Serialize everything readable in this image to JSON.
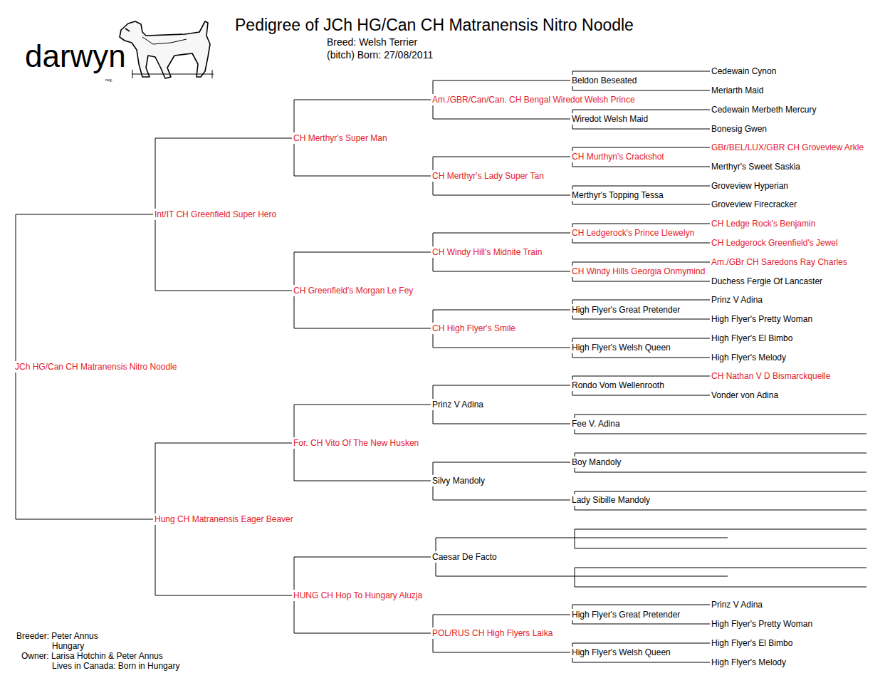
{
  "diagram": {
    "title": "Pedigree of JCh HG/Can CH Matranensis Nitro Noodle",
    "nodes": [
      {
        "text": [
          "JCh HG/Can CH Matranensis Nitro Noodle"
        ]
      },
      {
        "text": [
          "Int/IT CH Greenfield Super Hero"
        ]
      },
      {
        "text": [
          "Hung CH Matranensis Eager Beaver"
        ]
      },
      {
        "text": [
          "CH Merthyr's Super Man"
        ]
      },
      {
        "text": [
          "CH Greenfield's Morgan Le Fey"
        ]
      },
      {
        "text": [
          "For. CH Vito Of The New Husken"
        ]
      },
      {
        "text": [
          "HUNG CH Hop To Hungary Aluzja"
        ]
      },
      {
        "text": [
          "Am./GBR/Can/Can. CH Bengal Wiredot Welsh Prince"
        ]
      },
      {
        "text": [
          "CH Merthyr's Lady Super Tan"
        ]
      },
      {
        "text": [
          "CH Windy Hill's Midnite Train"
        ]
      },
      {
        "text": [
          "CH High Flyer's Smile"
        ]
      },
      {
        "text": [
          "Prinz V Adina"
        ]
      },
      {
        "text": [
          "Silvy Mandoly"
        ]
      },
      {
        "text": [
          "Caesar De Facto"
        ]
      },
      {
        "text": [
          "POL/RUS CH High Flyers Laika"
        ]
      },
      {
        "text": [
          "Beldon Beseated"
        ]
      },
      {
        "text": [
          "Wiredot Welsh Maid"
        ]
      },
      {
        "text": [
          "CH Murthyn's Crackshot"
        ]
      },
      {
        "text": [
          "Merthyr's Topping Tessa"
        ]
      },
      {
        "text": [
          "CH Ledgerock's Prince Llewelyn"
        ]
      },
      {
        "text": [
          "CH Windy Hills Georgia Onmymind"
        ]
      },
      {
        "text": [
          "High Flyer's Great Pretender"
        ]
      },
      {
        "text": [
          "High Flyer's Welsh Queen"
        ]
      },
      {
        "text": [
          "Rondo Vom Wellenrooth"
        ]
      },
      {
        "text": [
          "Fee V. Adina"
        ]
      },
      {
        "text": [
          "Boy Mandoly"
        ]
      },
      {
        "text": [
          "Lady Sibille Mandoly"
        ]
      },
      {
        "text": [
          "High Flyer's Great Pretender"
        ]
      },
      {
        "text": [
          "High Flyer's Welsh Queen"
        ]
      },
      {
        "text": [
          "Cedewain Cynon"
        ]
      },
      {
        "text": [
          "Meriarth Maid"
        ]
      },
      {
        "text": [
          "Cedewain Merbeth Mercury"
        ]
      },
      {
        "text": [
          "Bonesig Gwen"
        ]
      },
      {
        "text": [
          "GBr/BEL/LUX/GBR CH Groveview Arkle"
        ]
      },
      {
        "text": [
          "Merthyr's Sweet Saskia"
        ]
      },
      {
        "text": [
          "Groveview Hyperian"
        ]
      },
      {
        "text": [
          "Groveview Firecracker"
        ]
      },
      {
        "text": [
          "CH Ledge Rock's Benjamin"
        ]
      },
      {
        "text": [
          "CH Ledgerock Greenfield's Jewel"
        ]
      },
      {
        "text": [
          "Am./GBr CH Saredons Ray Charles"
        ]
      },
      {
        "text": [
          "Duchess Fergie Of Lancaster"
        ]
      },
      {
        "text": [
          "Prinz V Adina"
        ]
      },
      {
        "text": [
          "High Flyer's Pretty Woman"
        ]
      },
      {
        "text": [
          "High Flyer's El Bimbo"
        ]
      },
      {
        "text": [
          "High Flyer's Melody"
        ]
      },
      {
        "text": [
          "CH Nathan V D Bismarckquelle"
        ]
      },
      {
        "text": [
          "Vonder von Adina"
        ]
      },
      {
        "text": [
          "Prinz V Adina"
        ]
      },
      {
        "text": [
          "High Flyer's Pretty Woman"
        ]
      },
      {
        "text": [
          "High Flyer's El Bimbo"
        ]
      },
      {
        "text": [
          "High Flyer's Melody"
        ]
      }
    ],
    "edges": [
      {
        "from": 0,
        "to": 1,
        "arrow": "none"
      },
      {
        "from": 0,
        "to": 2,
        "arrow": "none"
      },
      {
        "from": 1,
        "to": 3,
        "arrow": "none"
      },
      {
        "from": 1,
        "to": 4,
        "arrow": "none"
      },
      {
        "from": 2,
        "to": 5,
        "arrow": "none"
      },
      {
        "from": 2,
        "to": 6,
        "arrow": "none"
      },
      {
        "from": 3,
        "to": 7,
        "arrow": "none"
      },
      {
        "from": 3,
        "to": 8,
        "arrow": "none"
      },
      {
        "from": 4,
        "to": 9,
        "arrow": "none"
      },
      {
        "from": 4,
        "to": 10,
        "arrow": "none"
      },
      {
        "from": 5,
        "to": 11,
        "arrow": "none"
      },
      {
        "from": 5,
        "to": 12,
        "arrow": "none"
      },
      {
        "from": 6,
        "to": 13,
        "arrow": "none"
      },
      {
        "from": 6,
        "to": 14,
        "arrow": "none"
      },
      {
        "from": 7,
        "to": 15,
        "arrow": "none"
      },
      {
        "from": 7,
        "to": 16,
        "arrow": "none"
      },
      {
        "from": 8,
        "to": 17,
        "arrow": "none"
      },
      {
        "from": 8,
        "to": 18,
        "arrow": "none"
      },
      {
        "from": 9,
        "to": 19,
        "arrow": "none"
      },
      {
        "from": 9,
        "to": 20,
        "arrow": "none"
      },
      {
        "from": 10,
        "to": 21,
        "arrow": "none"
      },
      {
        "from": 10,
        "to": 22,
        "arrow": "none"
      },
      {
        "from": 11,
        "to": 23,
        "arrow": "none"
      },
      {
        "from": 11,
        "to": 24,
        "arrow": "none"
      },
      {
        "from": 12,
        "to": 25,
        "arrow": "none"
      },
      {
        "from": 12,
        "to": 26,
        "arrow": "none"
      },
      {
        "from": 14,
        "to": 27,
        "arrow": "none"
      },
      {
        "from": 14,
        "to": 28,
        "arrow": "none"
      },
      {
        "from": 15,
        "to": 29,
        "arrow": "none"
      },
      {
        "from": 15,
        "to": 30,
        "arrow": "none"
      },
      {
        "from": 16,
        "to": 31,
        "arrow": "none"
      },
      {
        "from": 16,
        "to": 32,
        "arrow": "none"
      },
      {
        "from": 17,
        "to": 33,
        "arrow": "none"
      },
      {
        "from": 17,
        "to": 34,
        "arrow": "none"
      },
      {
        "from": 18,
        "to": 35,
        "arrow": "none"
      },
      {
        "from": 18,
        "to": 36,
        "arrow": "none"
      },
      {
        "from": 19,
        "to": 37,
        "arrow": "none"
      },
      {
        "from": 19,
        "to": 38,
        "arrow": "none"
      },
      {
        "from": 20,
        "to": 39,
        "arrow": "none"
      },
      {
        "from": 20,
        "to": 40,
        "arrow": "none"
      },
      {
        "from": 21,
        "to": 41,
        "arrow": "none"
      },
      {
        "from": 21,
        "to": 42,
        "arrow": "none"
      },
      {
        "from": 22,
        "to": 43,
        "arrow": "none"
      },
      {
        "from": 22,
        "to": 44,
        "arrow": "none"
      },
      {
        "from": 23,
        "to": 45,
        "arrow": "none"
      },
      {
        "from": 23,
        "to": 46,
        "arrow": "none"
      },
      {
        "from": 27,
        "to": 47,
        "arrow": "none"
      },
      {
        "from": 27,
        "to": 48,
        "arrow": "none"
      },
      {
        "from": 28,
        "to": 49,
        "arrow": "none"
      },
      {
        "from": 28,
        "to": 50,
        "arrow": "none"
      }
    ],
    "labels": [
      "darwyn",
      "reg.",
      "Breed: Welsh Terrier",
      "(bitch)  Born: 27/08/2011",
      "Breeder: Peter Annus",
      "Hungary",
      "Owner: Larisa Hotchin & Peter Annus",
      "Lives in Canada: Born in Hungary"
    ]
  }
}
